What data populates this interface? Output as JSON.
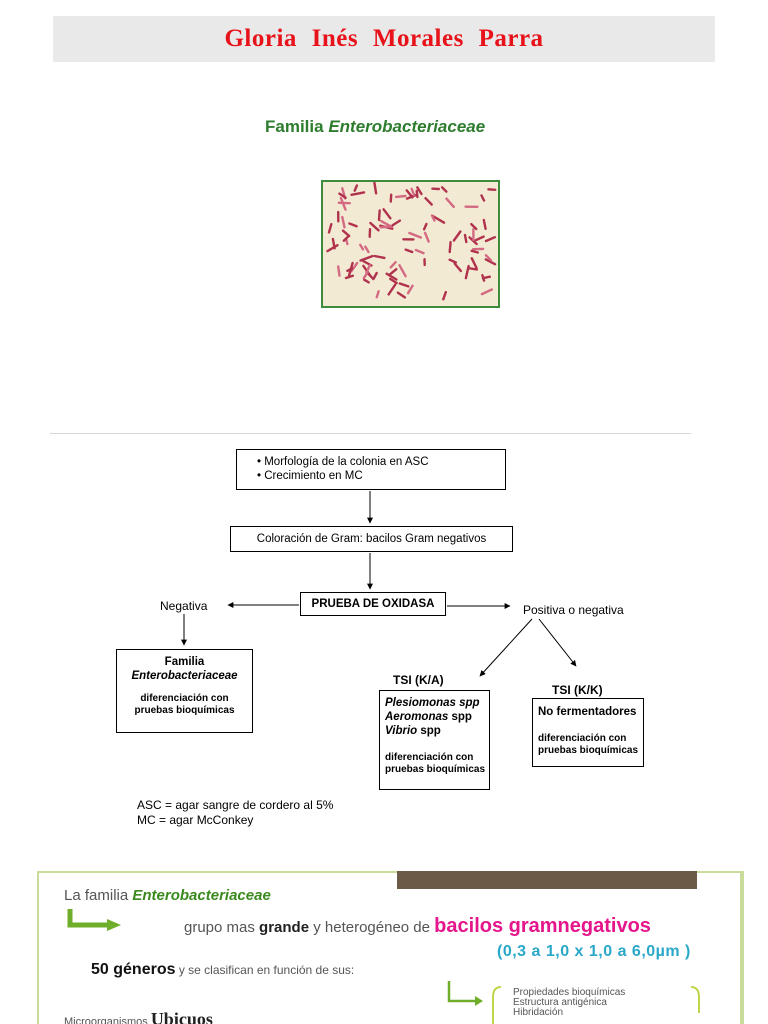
{
  "header": {
    "words": [
      "Gloria",
      "Inés",
      "Morales",
      "Parra"
    ]
  },
  "section1": {
    "title_prefix": "Familia",
    "title_italic": "Enterobacteriaceae"
  },
  "flow": {
    "top_lines": [
      "• Morfología de la colonia en  ASC",
      "• Crecimiento en  MC"
    ],
    "gram": "Coloración de Gram: bacilos Gram negativos",
    "oxidasa": "PRUEBA DE OXIDASA",
    "negativa": "Negativa",
    "positiva": "Positiva o negativa",
    "familia_label": "Familia",
    "familia_name": "Enterobacteriaceae",
    "familia_diff_1": "diferenciación con",
    "familia_diff_2": "pruebas bioquímicas",
    "tsi_ka": "TSI (K/A)",
    "tsi_kk": "TSI (K/K)",
    "ka_line1_italic": "Plesiomonas spp",
    "ka_line2_italic": "Aeromonas",
    "ka_line2_rest": " spp",
    "ka_line3_italic": "Vibrio",
    "ka_line3_rest": " spp",
    "ka_diff_1": "diferenciación con",
    "ka_diff_2": "pruebas bioquímicas",
    "kk_title": "No fermentadores",
    "kk_diff_1": "diferenciación con",
    "kk_diff_2": "pruebas bioquímicas",
    "legend_asc": "ASC = agar sangre de cordero al 5%",
    "legend_mc": "MC   = agar McConkey"
  },
  "slide": {
    "line1_prefix": "La familia ",
    "line1_italic": "Enterobacteriaceae",
    "l2_a": "grupo mas ",
    "l2_b": "grande",
    "l2_c": " y heterogéneo de ",
    "l2_d": "bacilos gramnegativos",
    "dims": "(0,3 a 1,0 x 1,0 a 6,0µm )",
    "gen_a": "50 géneros",
    "gen_b": " y se clasifican en función de sus:",
    "props": [
      "Propiedades bioquímicas",
      "Estructura antigénica",
      "Hibridación"
    ],
    "ubiq_a": "Microorganismos ",
    "ubiq_b": "Ubicuos"
  },
  "colors": {
    "title_red": "#e8121a",
    "green": "#2e7d2e",
    "pink": "#e5168b",
    "cyan": "#2aa8c9",
    "slide_bar": "#6b5a46"
  }
}
